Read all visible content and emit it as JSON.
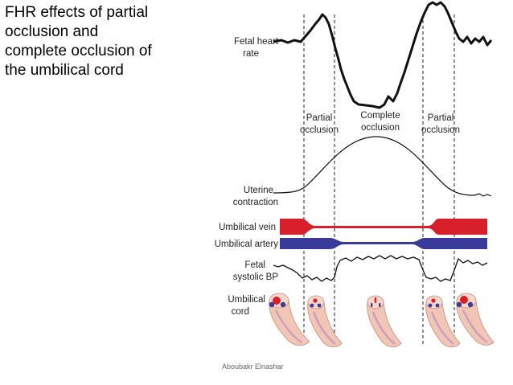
{
  "slide": {
    "title_lines": [
      "FHR  effects of partial",
      "occlusion and",
      "complete occlusion of",
      "the umbilical cord"
    ],
    "credit": "Aboubakr Elnashar"
  },
  "diagram": {
    "row_labels": {
      "fhr": [
        "Fetal heart",
        "rate"
      ],
      "uterine": [
        "Uterine",
        "contraction"
      ],
      "vein": "Umbilical vein",
      "artery": "Umbilical artery",
      "bp": [
        "Fetal",
        "systolic BP"
      ],
      "cord": [
        "Umbilical",
        "cord"
      ]
    },
    "phases": {
      "partial_left": [
        "Partial",
        "occlusion"
      ],
      "complete": [
        "Complete",
        "occlusion"
      ],
      "partial_right": [
        "Partial",
        "occlusion"
      ]
    },
    "colors": {
      "vein": "#d8202a",
      "artery": "#3a3a9a",
      "trace": "#111111",
      "cord_tissue": "#f2c6b4",
      "cord_stripe": "#c9a0c0"
    }
  }
}
